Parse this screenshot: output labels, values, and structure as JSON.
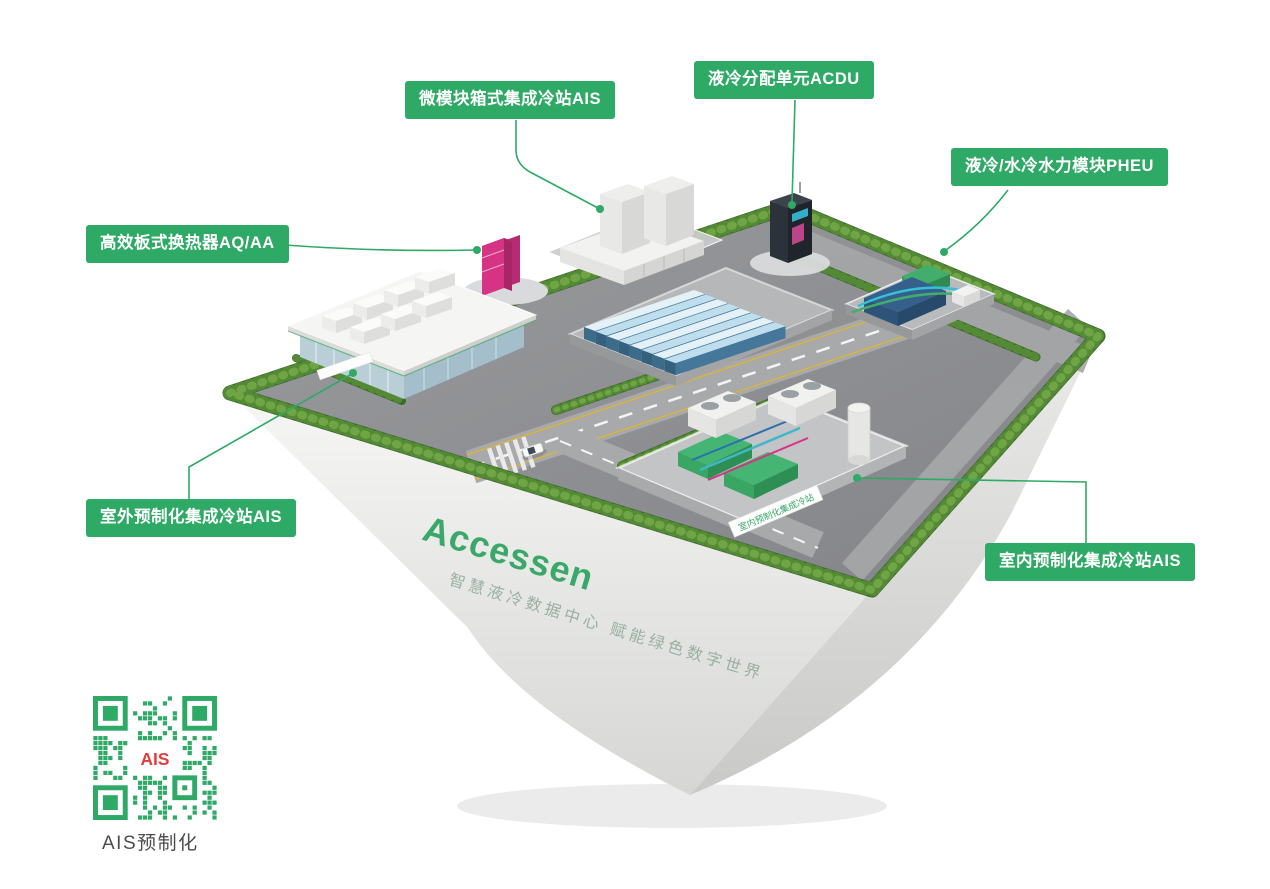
{
  "colors": {
    "label_bg": "#2fa966",
    "connector": "#2fa966",
    "brand_green": "#3aa868",
    "qr_green": "#2fa966",
    "qr_center_text_color": "#e23c3c",
    "hedge_green": "#3c6a2c",
    "platform_top_grey": "#8f9093"
  },
  "callouts": [
    {
      "id": "micro-module-station",
      "label": "微模块箱式集成冷站AIS"
    },
    {
      "id": "acdu",
      "label": "液冷分配单元ACDU"
    },
    {
      "id": "pheu",
      "label": "液冷/水冷水力模块PHEU"
    },
    {
      "id": "plate-hx",
      "label": "高效板式换热器AQ/AA"
    },
    {
      "id": "outdoor-station",
      "label": "室外预制化集成冷站AIS"
    },
    {
      "id": "indoor-station",
      "label": "室内预制化集成冷站AIS"
    }
  ],
  "scene": {
    "brand": "Accessen",
    "tagline": "智慧液冷数据中心  赋能绿色数字世界",
    "ground_sign": "室内预制化集成冷站"
  },
  "qr": {
    "center_text": "AIS",
    "caption": "AIS预制化"
  }
}
